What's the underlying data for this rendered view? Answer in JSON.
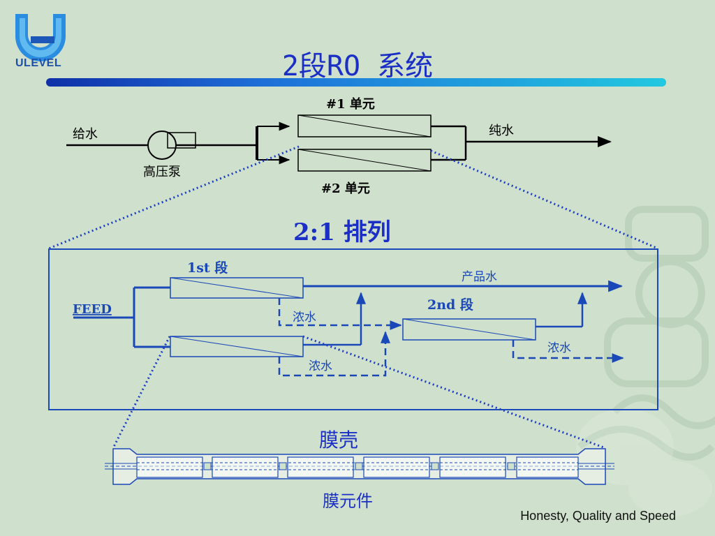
{
  "header": {
    "logo_text": "ULEVEL",
    "title": "2段RO 系统"
  },
  "top_diagram": {
    "feed_label": "给水",
    "pump_label": "高压泵",
    "unit1_label": "#1 单元",
    "unit2_label": "#2 单元",
    "product_label": "纯水"
  },
  "array_title": "2:1 排列",
  "detail": {
    "feed_label": "FEED",
    "stage1_label": "1st 段",
    "stage2_label": "2nd 段",
    "product_label": "产品水",
    "concentrate1_label": "浓水",
    "concentrate2_label": "浓水",
    "concentrate3_label": "浓水"
  },
  "vessel": {
    "housing_label": "膜壳",
    "element_label": "膜元件"
  },
  "footer": {
    "slogan": "Honesty, Quality and Speed"
  },
  "colors": {
    "background": "#cfe0cc",
    "title": "#1b2fc6",
    "diagram_blue": "#1a48b8",
    "dotted_blue": "#1a3cc8",
    "black": "#000000"
  }
}
